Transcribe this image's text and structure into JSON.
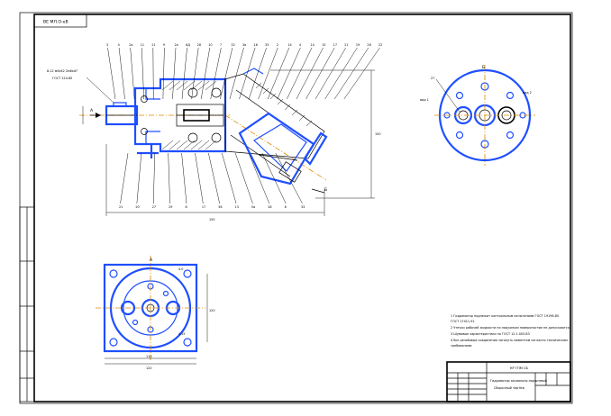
{
  "stamp": "ВЕ  МЛ.О-еВ",
  "view_labels": {
    "section_a": "А",
    "arrow_b": "Б",
    "view_b": "Б"
  },
  "leaders_top": [
    "3",
    "4",
    "2а",
    "11",
    "21",
    "9",
    "2а",
    "6Д",
    "28",
    "10",
    "7",
    "32",
    "3а",
    "16",
    "35",
    "2",
    "14",
    "4",
    "14",
    "15",
    "17",
    "21",
    "19",
    "26",
    "22"
  ],
  "leaders_bottom": [
    "21",
    "20",
    "27",
    "29",
    "8",
    "17",
    "36",
    "13",
    "5а",
    "28",
    "8",
    "33"
  ],
  "spec_text": [
    "8-12 м6х42 2м6хd7",
    "ГОСТ 124-80"
  ],
  "callouts": {
    "view_b_left": "27",
    "view_b_note_left": "вид 1",
    "view_b_note_right": "вид 2",
    "bottom_a": "А",
    "hole_dim": "4.0",
    "hole_dim2": "4.15"
  },
  "dims": {
    "height": "150",
    "length": "155",
    "bottom_w1": "110",
    "bottom_w2": "120",
    "bottom_h": "120"
  },
  "notes": [
    "1 Гидромотор подлежит контрольным испытаниям ГОСТ 19196-80",
    "  ГОСТ 17411-91",
    "2 Утечки рабочей жидкости по наружным поверхностям не допускаются",
    "3 Шумовые характеристики по ГОСТ 12.1.003-83",
    "4 Все резьбовые соединения затянуть моментом согласно техническим",
    "  требованиям"
  ],
  "title_block": {
    "code": "КР  ГПМ  СБ",
    "name": "Гидромотор аксиально-поршневой",
    "sub": "Сборочный чертёж"
  }
}
